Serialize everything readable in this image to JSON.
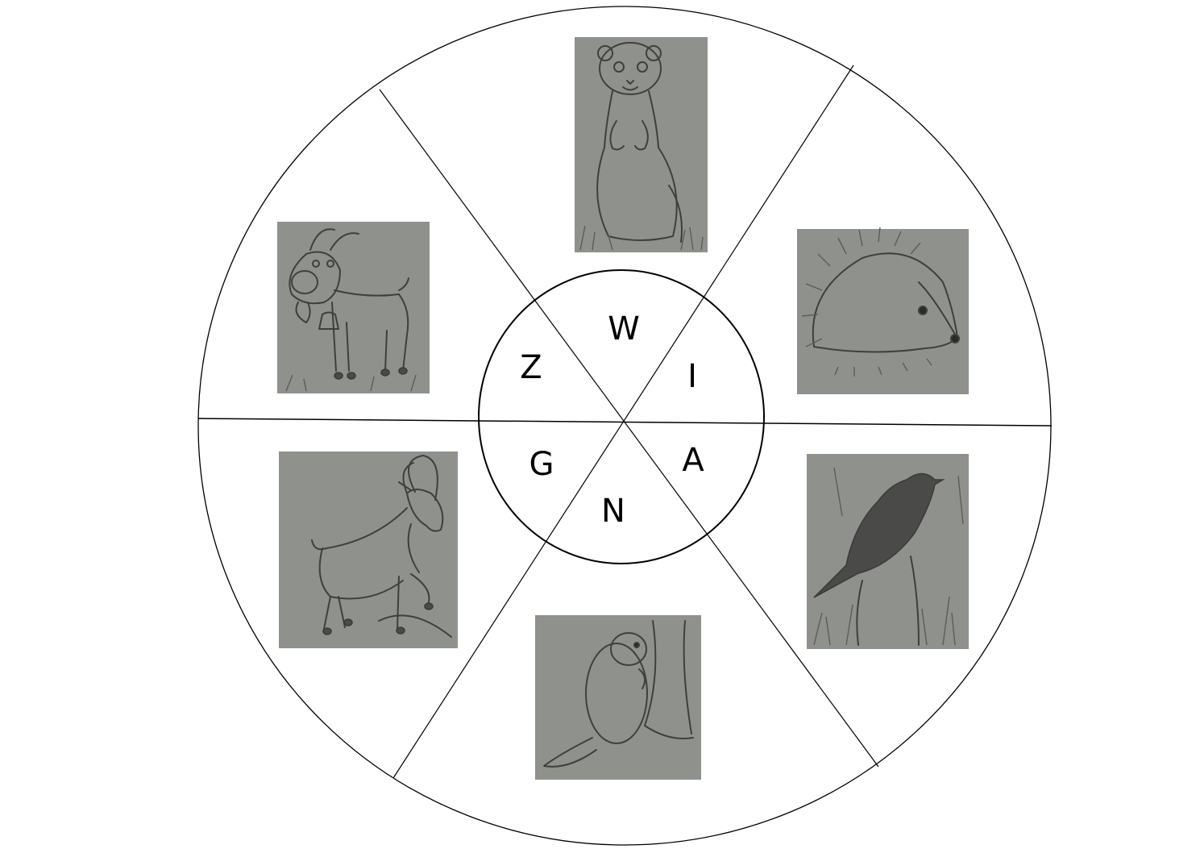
{
  "wheel": {
    "center_letters": {
      "w": "W",
      "i": "I",
      "a": "A",
      "n": "N",
      "g": "G",
      "z": "Z"
    },
    "segments": [
      {
        "picture": "meerkat-sketch"
      },
      {
        "picture": "hedgehog-sketch"
      },
      {
        "picture": "bird-sketch"
      },
      {
        "picture": "beaver-sketch"
      },
      {
        "picture": "ibex-sketch"
      },
      {
        "picture": "goat-sketch"
      }
    ],
    "colors": {
      "line": "#000000",
      "photo_background": "#8f918c",
      "pencil": "#3f403d"
    }
  }
}
